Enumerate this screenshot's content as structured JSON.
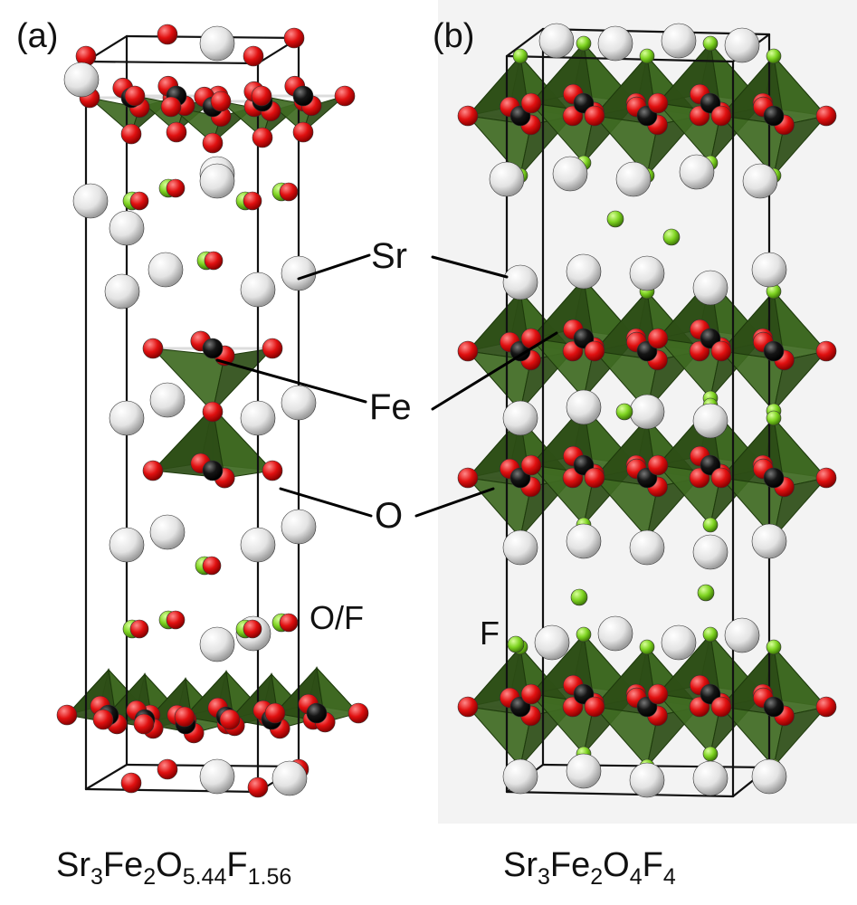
{
  "panels": [
    {
      "label": "(a)",
      "formula": "Sr3Fe2O5.44F1.56",
      "formula_parts": {
        "el1": "Sr",
        "s1": "3",
        "el2": "Fe",
        "s2": "2",
        "el3": "O",
        "s3": "5.44",
        "el4": "F",
        "s4": "1.56"
      }
    },
    {
      "label": "(b)",
      "formula": "Sr3Fe2O4F4",
      "formula_parts": {
        "el1": "Sr",
        "s1": "3",
        "el2": "Fe",
        "s2": "2",
        "el3": "O",
        "s3": "4",
        "el4": "F",
        "s4": "4"
      }
    }
  ],
  "atom_labels": {
    "sr": "Sr",
    "fe": "Fe",
    "o": "O",
    "of": "O/F",
    "f": "F"
  },
  "colors": {
    "octahedron": "#3f6a22",
    "octahedron_dark": "#2c4d16",
    "fe": "#111111",
    "o": "#e01010",
    "f": "#7ed321",
    "sr": "#e9e9e9",
    "panel_b_bg": "#f3f3f3"
  }
}
